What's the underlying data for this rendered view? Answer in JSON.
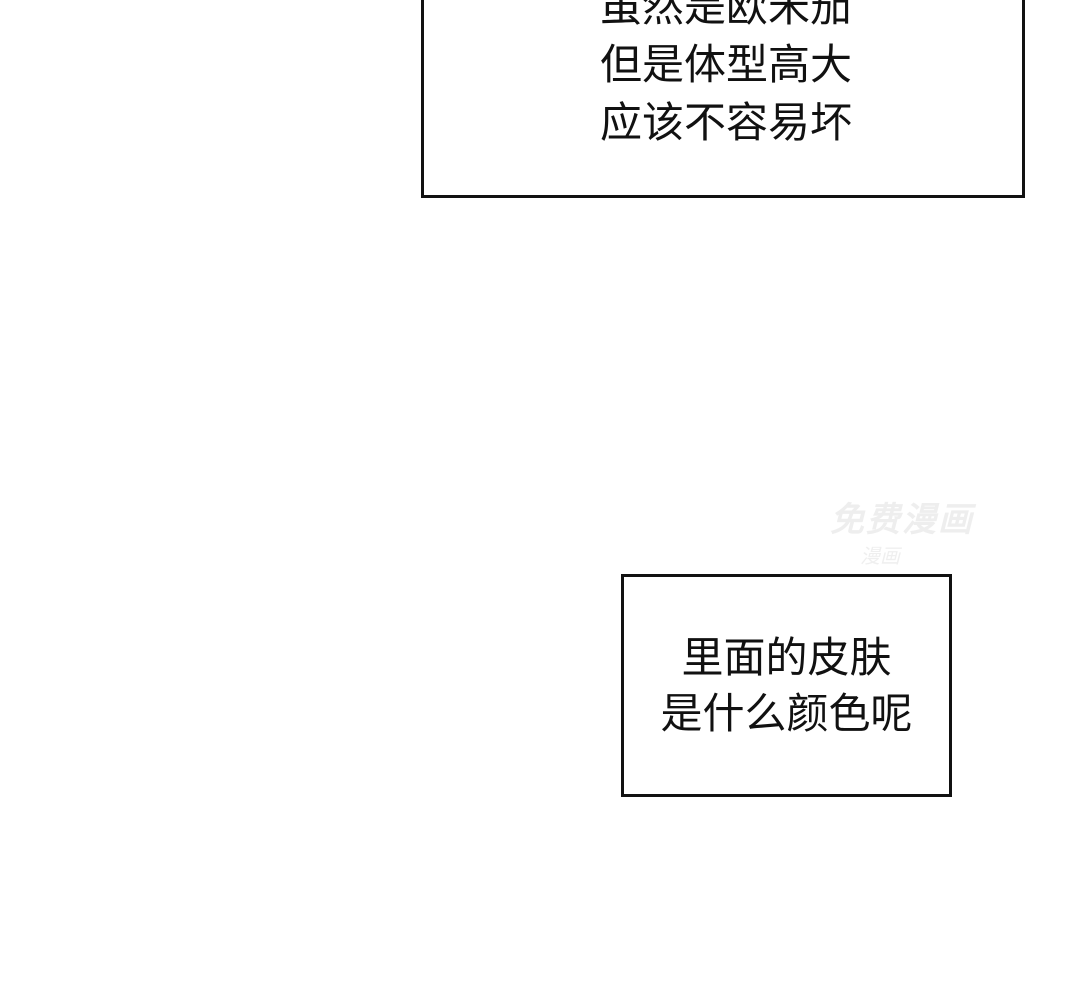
{
  "panels": [
    {
      "lines": [
        "虽然是欧米茄",
        "但是体型高大",
        "应该不容易坏"
      ]
    },
    {
      "lines": [
        "里面的皮肤",
        "是什么颜色呢"
      ]
    }
  ],
  "watermark": {
    "main": "免费漫画",
    "sub": "漫画"
  }
}
